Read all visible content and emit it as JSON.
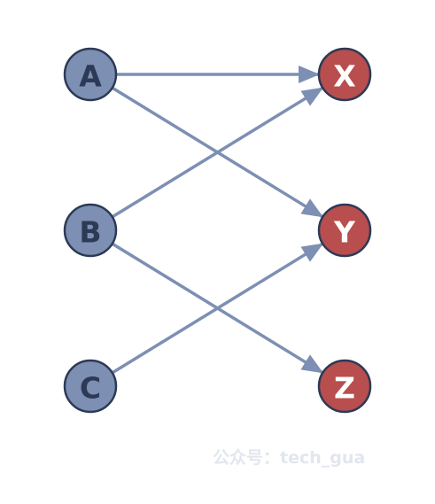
{
  "nodes": {
    "left": [
      {
        "id": "A",
        "label": "A"
      },
      {
        "id": "B",
        "label": "B"
      },
      {
        "id": "C",
        "label": "C"
      }
    ],
    "right": [
      {
        "id": "X",
        "label": "X"
      },
      {
        "id": "Y",
        "label": "Y"
      },
      {
        "id": "Z",
        "label": "Z"
      }
    ]
  },
  "edges": [
    {
      "from": "A",
      "to": "X"
    },
    {
      "from": "A",
      "to": "Y"
    },
    {
      "from": "B",
      "to": "X"
    },
    {
      "from": "B",
      "to": "Z"
    },
    {
      "from": "C",
      "to": "Y"
    }
  ],
  "colors": {
    "left_node_fill": "#7d8fb3",
    "right_node_fill": "#b84e4e",
    "node_stroke": "#2c3a55",
    "edge": "#7d8fb3",
    "watermark": "#e2e6ef"
  },
  "watermark": "公众号：tech_gua"
}
